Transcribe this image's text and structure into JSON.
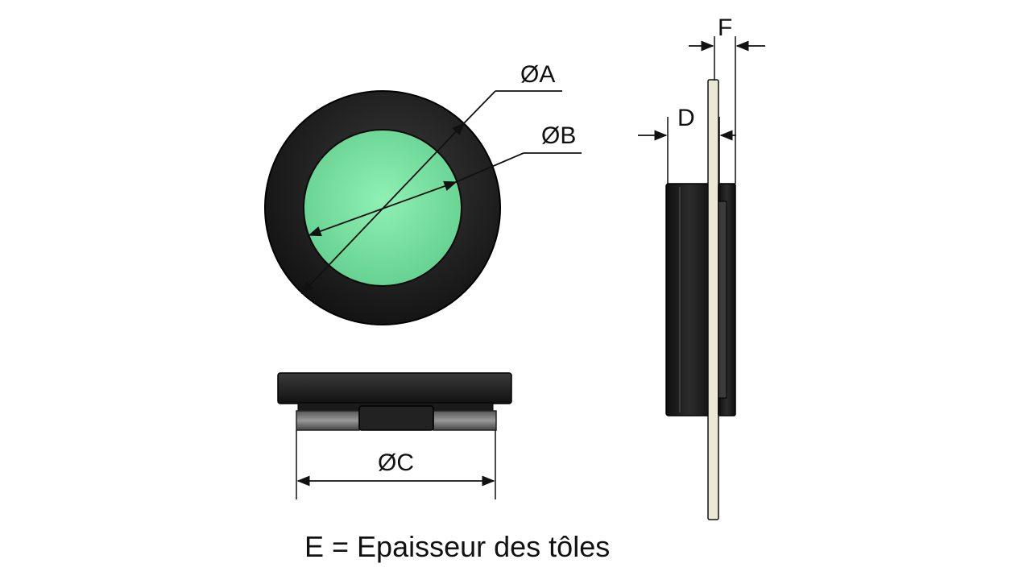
{
  "labels": {
    "diameter_a": "ØA",
    "diameter_b": "ØB",
    "diameter_c": "ØC",
    "depth_d": "D",
    "width_f": "F"
  },
  "caption": "E = Epaisseur des tôles",
  "colors": {
    "body": "#1a1a1a",
    "lens": "#7fe3a6",
    "plate": "#ece8d6",
    "dimension_line": "#111111"
  }
}
